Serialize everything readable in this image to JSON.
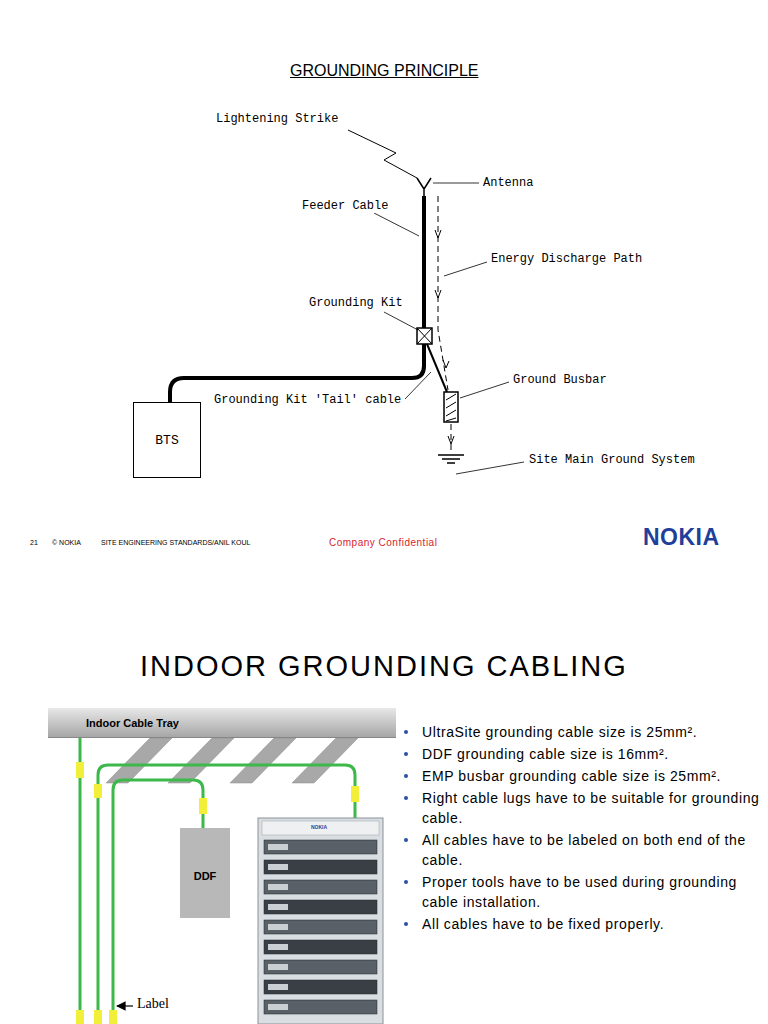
{
  "diagram": {
    "title": "GROUNDING PRINCIPLE",
    "nodes": [
      {
        "text": [
          "BTS"
        ]
      },
      {
        "text": [
          "Indoor Cable Tray"
        ]
      },
      {
        "text": [
          "DDF"
        ]
      }
    ],
    "labels": [
      "Lightening Strike",
      "Antenna",
      "Feeder Cable",
      "Energy Discharge Path",
      "Grounding Kit",
      "Ground Busbar",
      "Grounding Kit 'Tail' cable",
      "Site Main Ground System",
      "21",
      "© NOKIA",
      "SITE ENGINEERING STANDARDS/ANIL KOUL",
      "Company Confidential",
      "NOKIA",
      "INDOOR GROUNDING CABLING",
      "UltraSite grounding cable size is 25mm².",
      "DDF grounding cable size is 16mm².",
      "EMP busbar grounding cable size is 25mm².",
      "Right cable lugs have to be suitable for grounding cable.",
      "All cables have to be labeled on both end of the cable.",
      "Proper tools have to be used during grounding cable installation.",
      "All cables have to be fixed properly.",
      "NOKIA",
      "Label"
    ]
  }
}
